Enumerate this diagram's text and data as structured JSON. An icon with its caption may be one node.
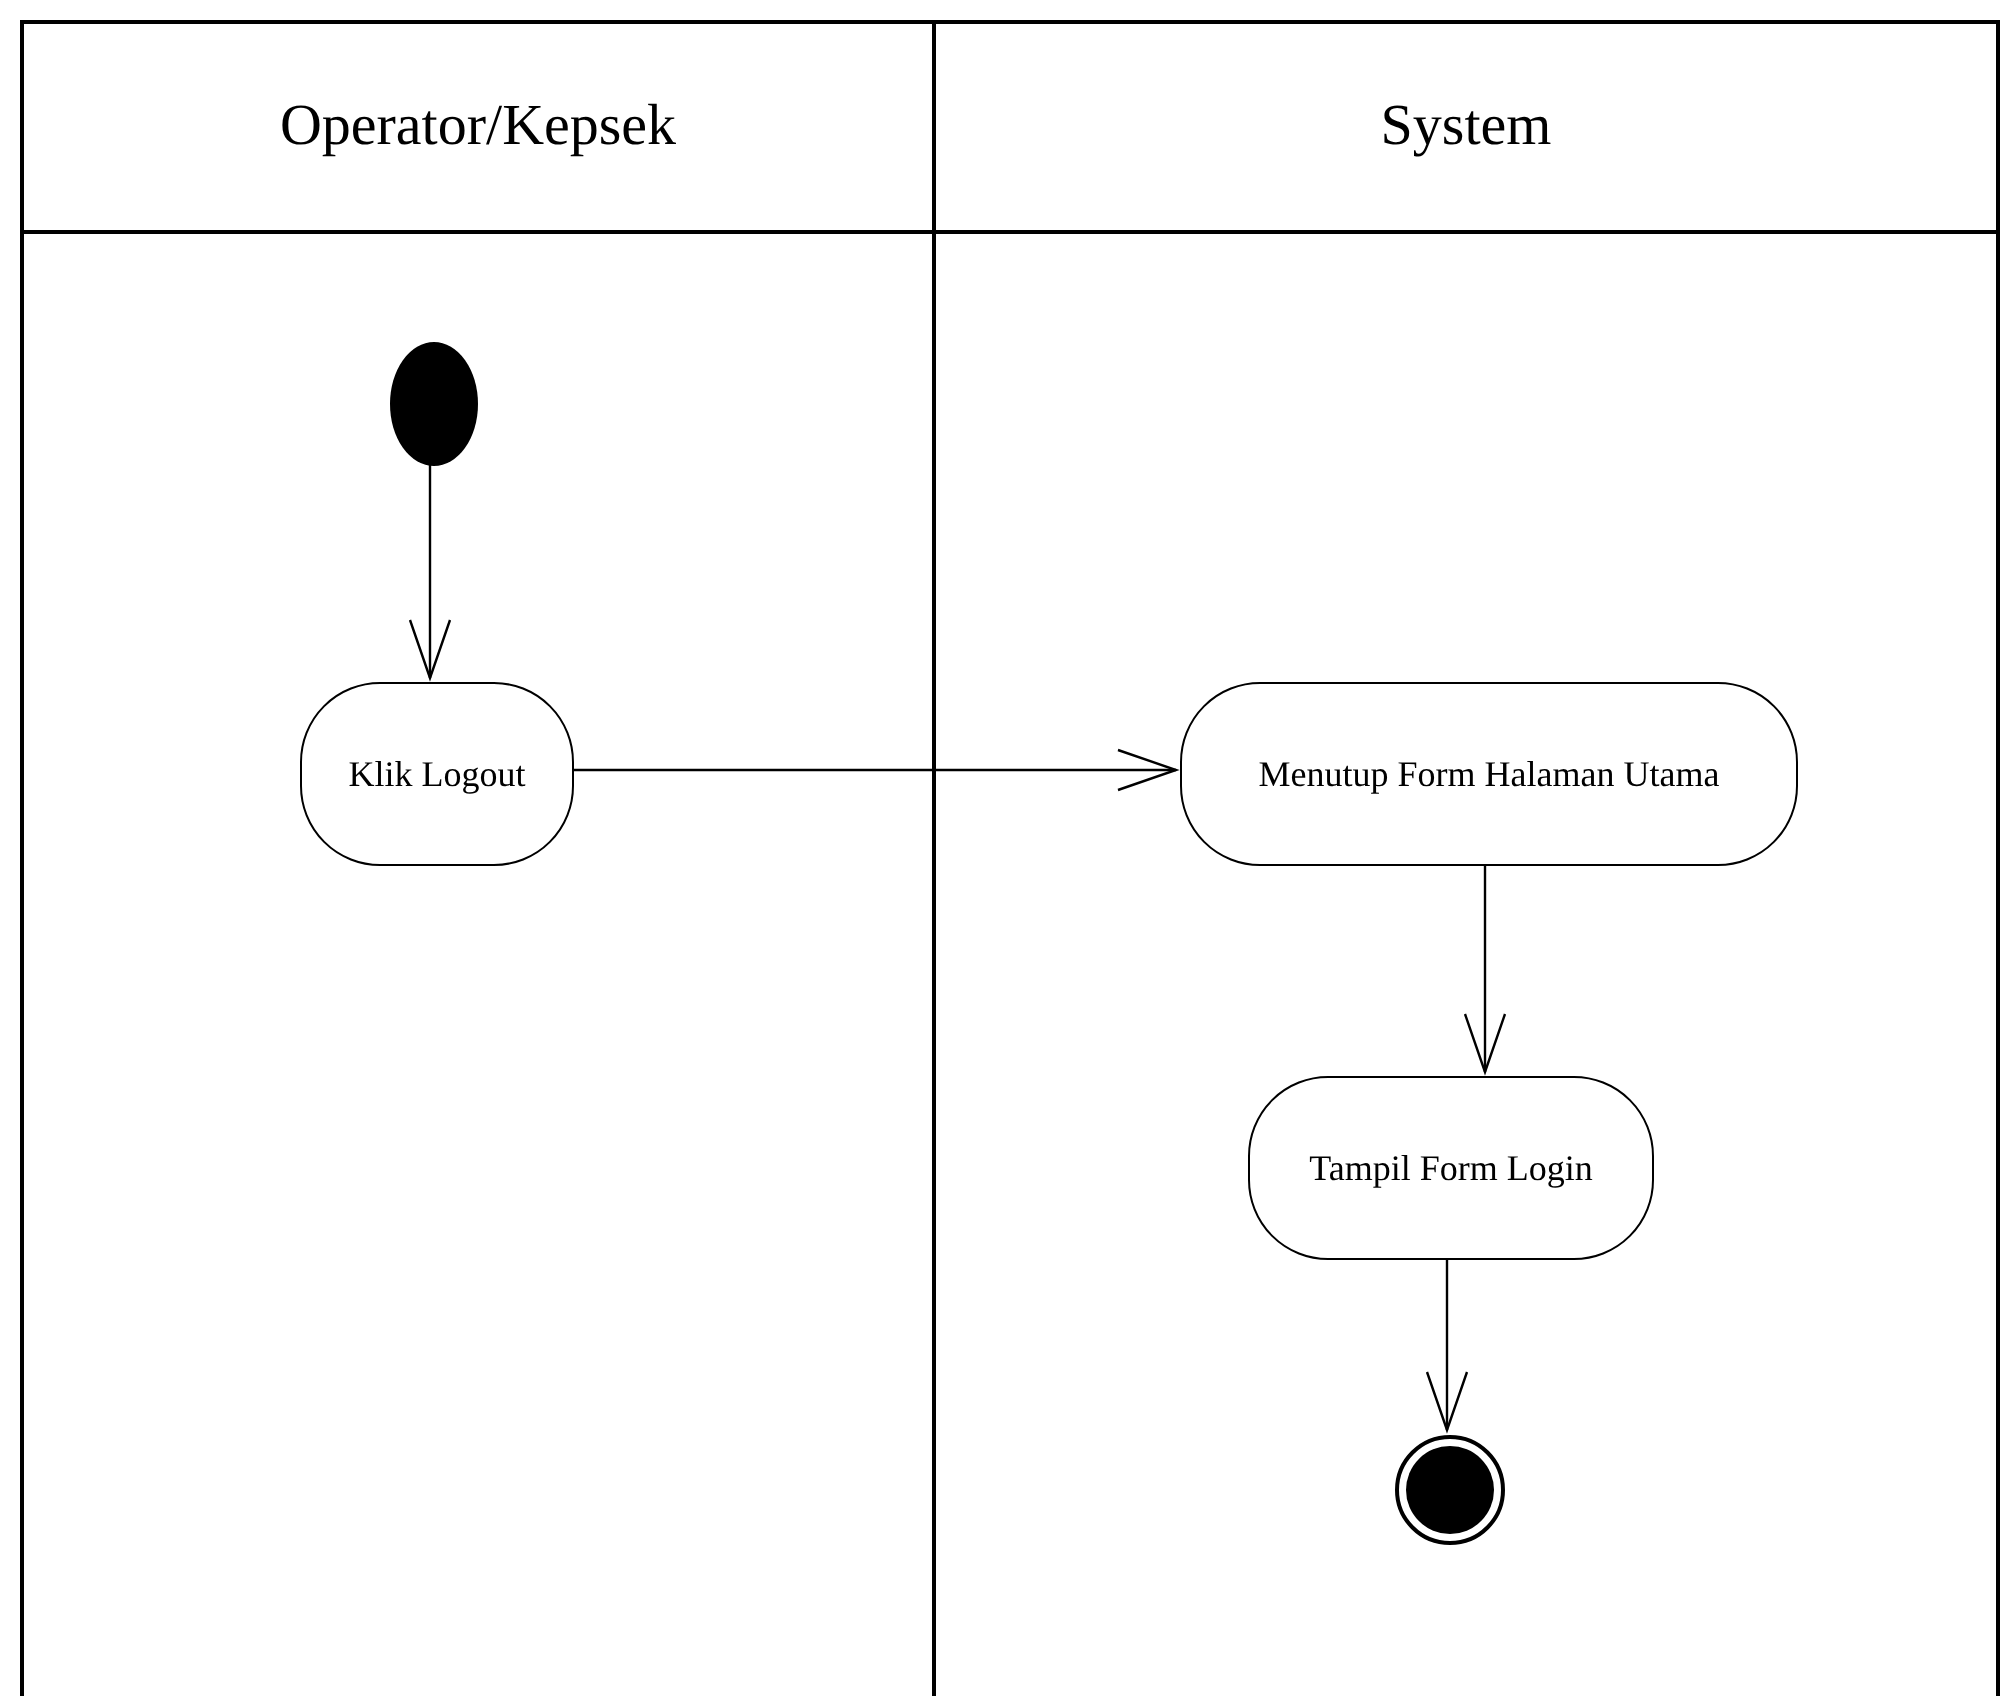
{
  "diagram": {
    "nodes": [
      {
        "text": [
          "Operator/Kepsek"
        ]
      },
      {
        "text": [
          "System"
        ]
      },
      {
        "text": [],
        "shape": "circle",
        "in": 0
      },
      {
        "text": [
          "Klik Logout"
        ],
        "in": 0
      },
      {
        "text": [
          "Menutup Form Halaman Utama"
        ],
        "in": 1
      },
      {
        "text": [
          "Tampil Form Login"
        ],
        "in": 1
      },
      {
        "text": [],
        "shape": "circle",
        "in": 1
      }
    ],
    "edges": [
      {
        "from": 2,
        "to": 3,
        "arrow": "to"
      },
      {
        "from": 3,
        "to": 4,
        "arrow": "to"
      },
      {
        "from": 4,
        "to": 5,
        "arrow": "to"
      },
      {
        "from": 5,
        "to": 6,
        "arrow": "to"
      }
    ]
  }
}
